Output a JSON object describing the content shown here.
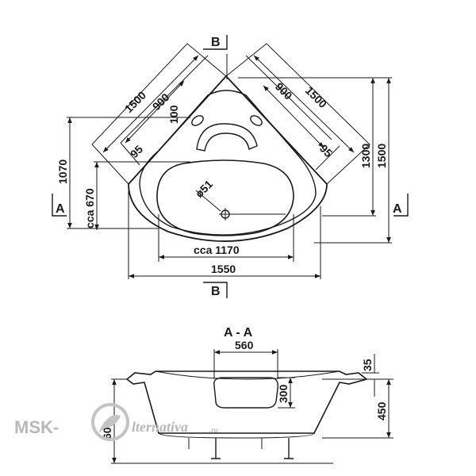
{
  "top_view": {
    "dims": {
      "side_outer_left": "1500",
      "side_inner_left": "900",
      "side_outer_right": "1500",
      "side_inner_right": "900",
      "rim_100": "100",
      "rim_95_left": "95",
      "rim_95_right": "95",
      "depth_1070": "1070",
      "depth_670": "cca 670",
      "height_1300": "1300",
      "height_1500": "1500",
      "drain": "ø51",
      "inner_width": "cca 1170",
      "overall_width": "1550"
    },
    "sections": {
      "top_b": "B",
      "bottom_b": "B",
      "left_a": "A",
      "right_a": "A"
    }
  },
  "section_view": {
    "title": "A - A",
    "dims": {
      "headrest_width": "560",
      "rim_35": "35",
      "headrest_height": "300",
      "tub_depth": "450",
      "total_height": "600"
    }
  },
  "watermark": {
    "brand": "MSK-",
    "tail": "lternativa",
    "suffix": ".ru"
  }
}
